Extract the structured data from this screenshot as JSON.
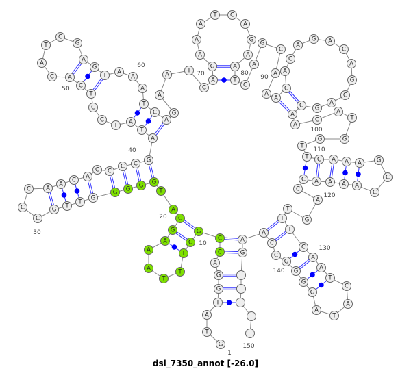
{
  "title": "dsi_7350_annot [-26.0]",
  "sequence": "GTATGGACCGCTTTAAAGCATGGGGGTTGCCCAACACCCCGATATCCTCACATCGAGTAAATCAGAATCAGAAATCAGAATCAGCAAACACAGACAGCAGCAACATGGTTCAAAGCCAAAACCAGTTTCAATCATAGGGGCCAAG",
  "highlight_range": [
    8,
    25
  ],
  "colors": {
    "highlight": "#7ee000",
    "node": "#eeeeee",
    "pair": "#3333ff",
    "backbone": "#888888"
  },
  "pairs": [
    [
      4,
      148,
      "dot"
    ],
    [
      5,
      147,
      "double"
    ],
    [
      6,
      146,
      "double"
    ],
    [
      8,
      145,
      "double"
    ],
    [
      9,
      144,
      "double"
    ],
    [
      10,
      19,
      "double"
    ],
    [
      11,
      18,
      "double"
    ],
    [
      12,
      17,
      "dot"
    ],
    [
      22,
      41,
      "double"
    ],
    [
      23,
      40,
      "double"
    ],
    [
      24,
      39,
      "double"
    ],
    [
      25,
      38,
      "double"
    ],
    [
      26,
      36,
      "double"
    ],
    [
      27,
      35,
      "dot"
    ],
    [
      28,
      34,
      "dot"
    ],
    [
      29,
      33,
      "double"
    ],
    [
      42,
      64,
      "double"
    ],
    [
      43,
      63,
      "dot"
    ],
    [
      44,
      62,
      "dot"
    ],
    [
      48,
      58,
      "double"
    ],
    [
      49,
      57,
      "dot"
    ],
    [
      50,
      56,
      "double"
    ],
    [
      70,
      81,
      "dot"
    ],
    [
      71,
      80,
      "double"
    ],
    [
      88,
      102,
      "double"
    ],
    [
      89,
      101,
      "double"
    ],
    [
      110,
      122,
      "dot"
    ],
    [
      111,
      121,
      "double"
    ],
    [
      112,
      120,
      "double"
    ],
    [
      113,
      119,
      "dot"
    ],
    [
      114,
      118,
      "dot"
    ],
    [
      127,
      143,
      "double"
    ],
    [
      128,
      142,
      "double"
    ],
    [
      129,
      140,
      "dot"
    ],
    [
      130,
      139,
      "double"
    ],
    [
      131,
      138,
      "dot"
    ],
    [
      132,
      137,
      "dot"
    ]
  ],
  "position_labels": [
    "1",
    "10",
    "20",
    "30",
    "40",
    "50",
    "60",
    "70",
    "80",
    "90",
    "100",
    "110",
    "120",
    "130",
    "140",
    "150"
  ]
}
